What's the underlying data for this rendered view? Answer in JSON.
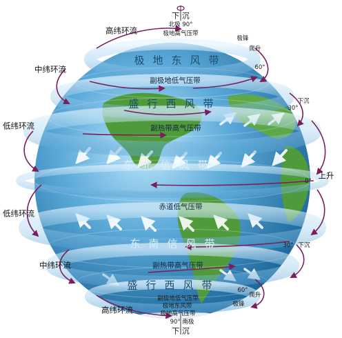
{
  "labels": {
    "north_sink": "下 沉",
    "north_pole": "北极 90°",
    "polar_high_n": "极地高气压带",
    "polar_front_n": "极锋",
    "rise_n": "爬升",
    "lat60_n": "60°",
    "polar_easterlies_n": "极地东风带",
    "subpolar_low_n": "副极地低气压带",
    "westerlies_n": "盛行西风带",
    "sink_30n": "下沉",
    "lat30_n": "30°",
    "subtropical_high_n": "副热带高气压带",
    "ne_trades": "东北信风带",
    "lat0": "0°",
    "rise_eq": "上升",
    "equatorial_low": "赤道低气压带",
    "se_trades": "东南信风带",
    "lat30_s": "30°",
    "sink_30s": "下沉",
    "subtropical_high_s": "副热带高气压带",
    "westerlies_s": "盛行西风带",
    "lat60_s": "60°",
    "rise_s": "爬升",
    "subpolar_low_s": "副极地低气压带",
    "polar_easterlies_s": "极地东风带",
    "polar_front_s": "极锋",
    "polar_high_s": "极地高气压带",
    "south_pole": "90° 南极",
    "south_sink": "下 沉",
    "high_cell_n": "高纬环流",
    "mid_cell_n": "中纬环流",
    "low_cell_n1": "低纬环流",
    "low_cell_n2": "低纬环流",
    "mid_cell_s": "中纬环流",
    "high_cell_s": "高纬环流"
  },
  "colors": {
    "ocean_light": "#9fd3f0",
    "ocean_dark": "#1f6fa6",
    "land": "#4f9a3a",
    "arrow": "#7a1f5c",
    "wind_arrow": "#ffffff"
  }
}
